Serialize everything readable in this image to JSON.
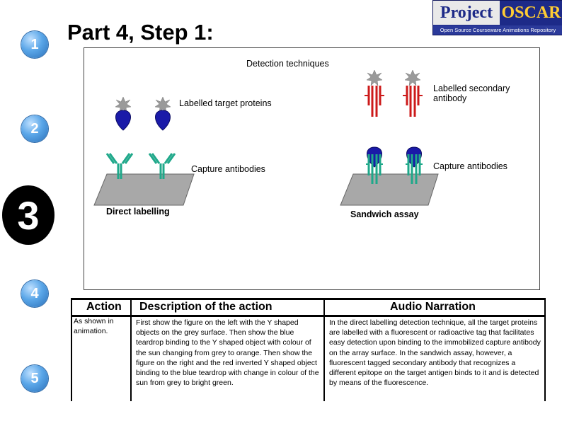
{
  "steps": [
    "1",
    "2",
    "3",
    "4",
    "5"
  ],
  "title": "Part 4, Step 1:",
  "logo": {
    "word1": "Project",
    "word2": "OSCAR",
    "tagline": "Open Source Courseware Animations Repository"
  },
  "diagram": {
    "heading": "Detection techniques",
    "left": {
      "target_label": "Labelled target proteins",
      "capture_label": "Capture antibodies",
      "caption": "Direct labelling"
    },
    "right": {
      "secondary_label": "Labelled secondary antibody",
      "capture_label": "Capture antibodies",
      "caption": "Sandwich assay"
    },
    "colors": {
      "target": "#1a1aa8",
      "capture": "#1fa88a",
      "secondary": "#cc1a1a",
      "surface": "#a8a8a8",
      "sun": "#999999"
    }
  },
  "table": {
    "headers": [
      "Action",
      "Description of the action",
      "Audio Narration"
    ],
    "action": "As shown in animation.",
    "description": "First show the figure on the left with the Y shaped objects on the grey surface. Then show the blue teardrop binding to the Y shaped object with colour of the sun changing from grey to orange. Then show the figure on the right and the red inverted Y shaped object binding to the blue teardrop with change in colour of the sun from grey to bright green.",
    "narration": "In the direct labelling detection technique, all the target proteins are labelled with a fluorescent or radioactive tag that facilitates easy detection upon binding to the immobilized capture antibody on the array surface. In the sandwich assay, however, a fluorescent tagged secondary antibody that recognizes a different epitope on the target antigen binds to it and is detected by means of the fluorescence."
  }
}
